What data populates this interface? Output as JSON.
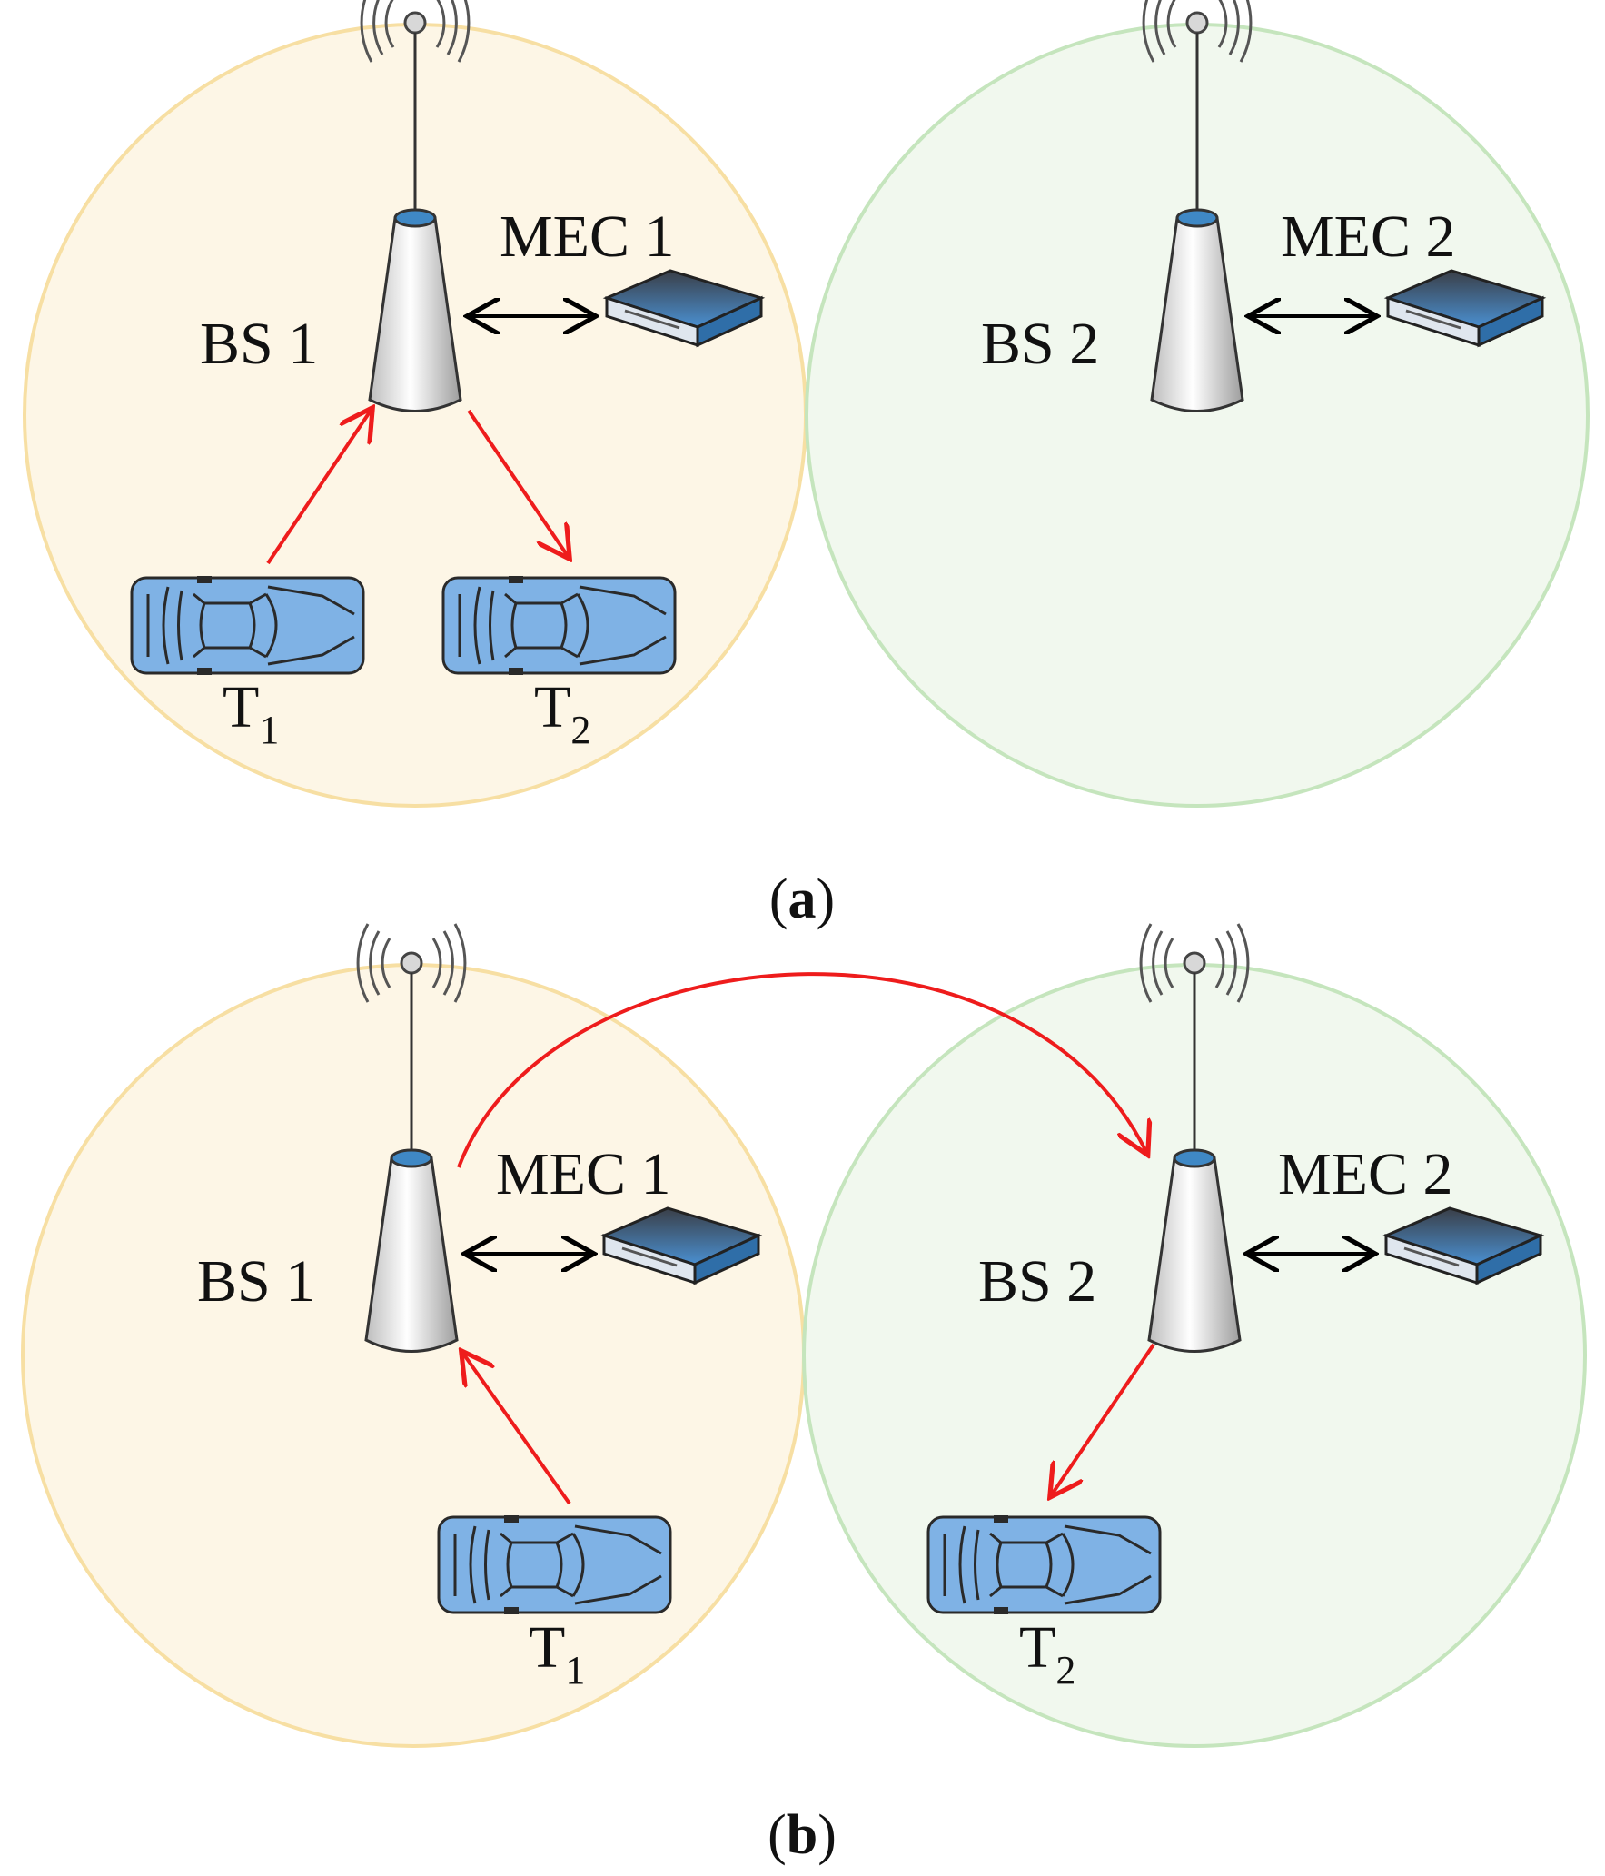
{
  "panels": [
    {
      "id": "a",
      "caption": {
        "open": "(",
        "letter": "a",
        "close": ")"
      },
      "bs1": "BS 1",
      "mec1": "MEC 1",
      "bs2": "BS 2",
      "mec2": "MEC 2",
      "t1": {
        "main": "T",
        "sub": "1"
      },
      "t2": {
        "main": "T",
        "sub": "2"
      }
    },
    {
      "id": "b",
      "caption": {
        "open": "(",
        "letter": "b",
        "close": ")"
      },
      "bs1": "BS 1",
      "mec1": "MEC 1",
      "bs2": "BS 2",
      "mec2": "MEC 2",
      "t1": {
        "main": "T",
        "sub": "1"
      },
      "t2": {
        "main": "T",
        "sub": "2"
      }
    }
  ],
  "colors": {
    "cell1_fill": "#fdf6e6",
    "cell1_stroke": "#f7dfa3",
    "cell2_fill": "#f1f8ee",
    "cell2_stroke": "#c5e5bd",
    "car_fill": "#7fb2e5",
    "server_blue": "#3f7fbf",
    "arrow_red": "#ee1c1c",
    "arrow_black": "#000000"
  }
}
